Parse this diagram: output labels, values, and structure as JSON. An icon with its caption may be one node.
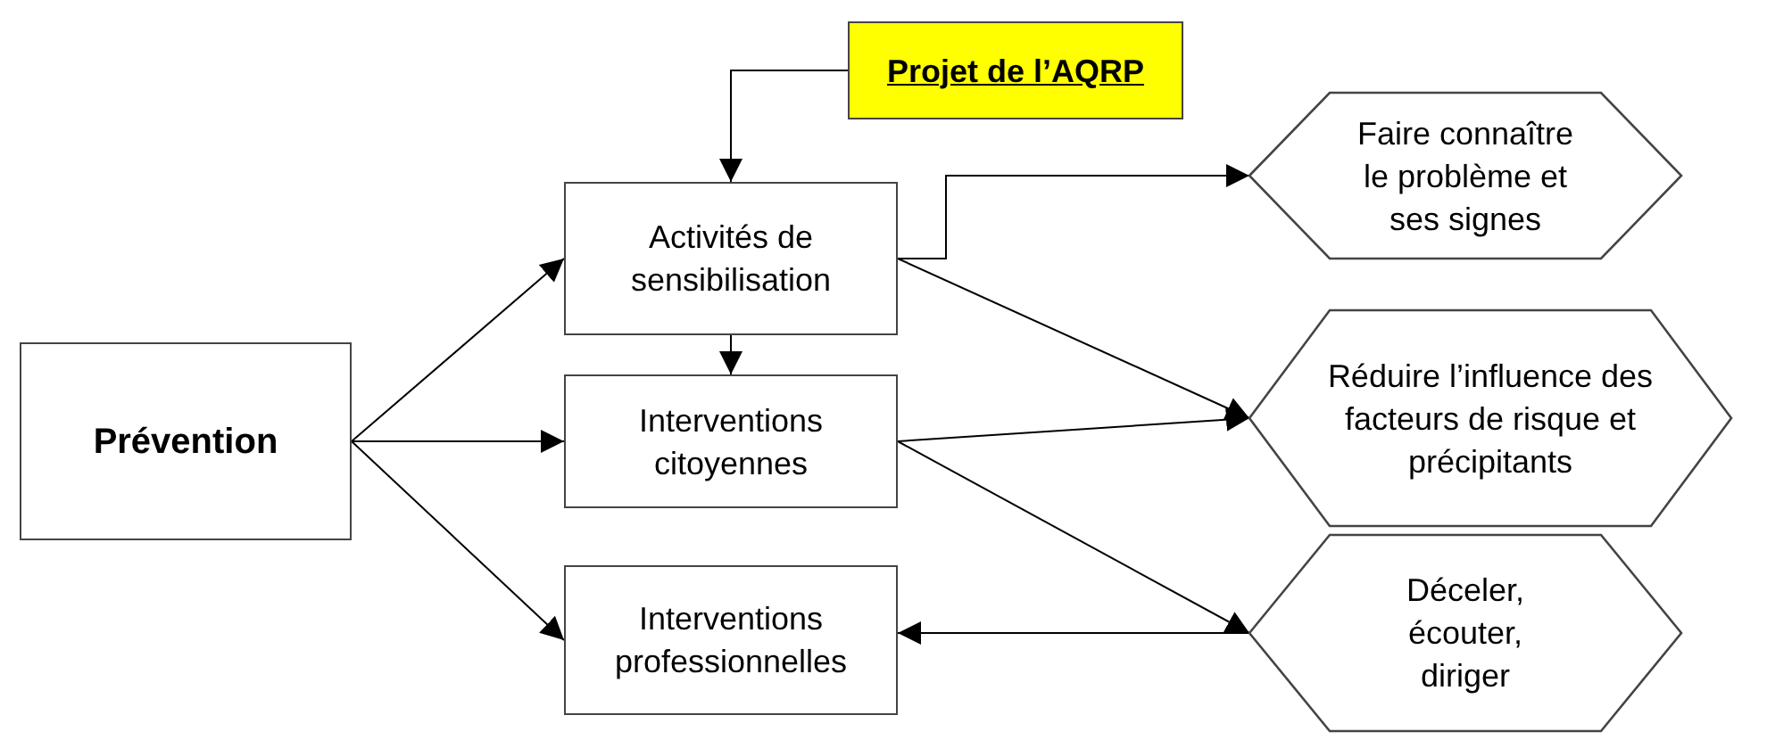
{
  "diagram": {
    "nodes": [
      {
        "text": [
          "Projet de l’AQRP"
        ]
      },
      {
        "text": [
          "Activités de sensibilisation"
        ]
      },
      {
        "text": [
          "Interventions citoyennes"
        ]
      },
      {
        "text": [
          "Prévention"
        ]
      },
      {
        "text": [
          "Interventions professionnelles"
        ]
      },
      {
        "text": [
          "Faire connaître le problème et ses signes"
        ]
      },
      {
        "text": [
          "Réduire l’influence des facteurs de risque et précipitants"
        ]
      },
      {
        "text": [
          "Déceler, écouter, diriger"
        ]
      }
    ],
    "edges": [
      {
        "from": 0,
        "to": 1,
        "arrow": "to"
      },
      {
        "from": 3,
        "to": 1,
        "arrow": "to"
      },
      {
        "from": 3,
        "to": 2,
        "arrow": "to"
      },
      {
        "from": 3,
        "to": 4,
        "arrow": "to"
      },
      {
        "from": 1,
        "to": 2,
        "arrow": "to"
      },
      {
        "from": 1,
        "to": 5,
        "arrow": "to"
      },
      {
        "from": 1,
        "to": 6,
        "arrow": "to"
      },
      {
        "from": 2,
        "to": 6,
        "arrow": "to"
      },
      {
        "from": 2,
        "to": 7,
        "arrow": "to"
      },
      {
        "from": 7,
        "to": 4,
        "arrow": "to"
      }
    ]
  }
}
